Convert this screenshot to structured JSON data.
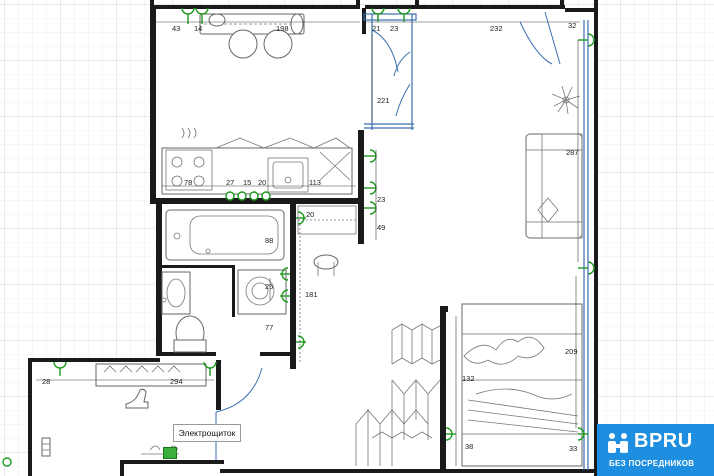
{
  "dimensions": {
    "d43": "43",
    "d14": "14",
    "d198": "198",
    "d21": "21",
    "d23top": "23",
    "d232": "232",
    "d32": "32",
    "d221": "221",
    "d287": "287",
    "d78": "78",
    "d27": "27",
    "d15": "15",
    "d20k": "20",
    "d113": "113",
    "d20": "20",
    "d23": "23",
    "d49": "49",
    "d88": "88",
    "d25": "25",
    "d181": "181",
    "d77": "77",
    "d209": "209",
    "d28": "28",
    "d294": "294",
    "d132": "132",
    "d38": "38",
    "d33": "33"
  },
  "labels": {
    "panel": "Электрощиток"
  },
  "logo": {
    "brand": "BPRU",
    "sub": "БЕЗ ПОСРЕДНИКОВ",
    "color": "#1e8fe0"
  },
  "colors": {
    "wall": "#1a1a1a",
    "socket": "#1e9a1e",
    "door": "#3a6fb0"
  }
}
